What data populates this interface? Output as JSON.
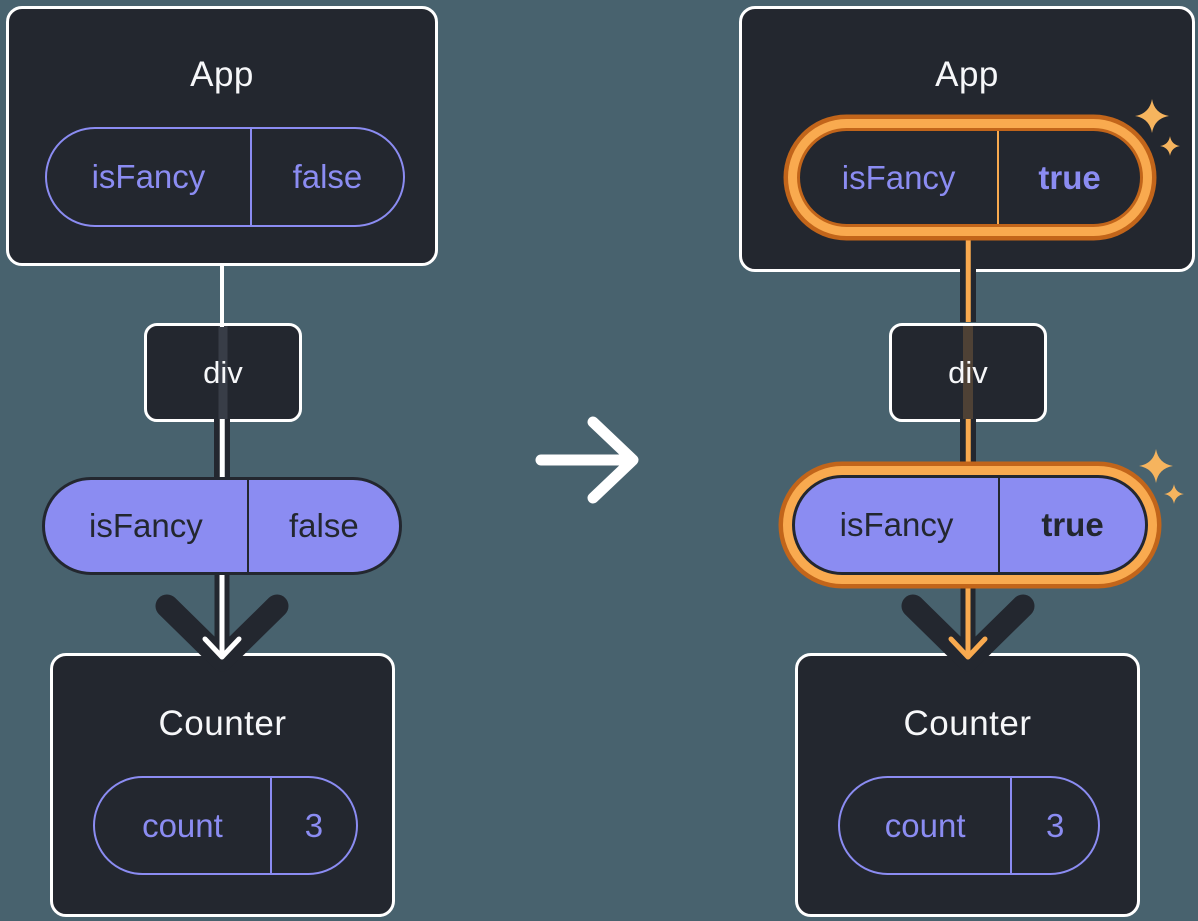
{
  "diagram": {
    "before": {
      "app_card": {
        "title": "App",
        "prop_name": "isFancy",
        "prop_value": "false"
      },
      "div_node": {
        "label": "div"
      },
      "passed_prop": {
        "name": "isFancy",
        "value": "false"
      },
      "counter_card": {
        "title": "Counter",
        "state_name": "count",
        "state_value": "3"
      }
    },
    "after": {
      "app_card": {
        "title": "App",
        "prop_name": "isFancy",
        "prop_value": "true"
      },
      "div_node": {
        "label": "div"
      },
      "passed_prop": {
        "name": "isFancy",
        "value": "true"
      },
      "counter_card": {
        "title": "Counter",
        "state_name": "count",
        "state_value": "3"
      }
    },
    "icons": {
      "transition": "right-arrow-icon",
      "highlight": "sparkles-icon",
      "flow": "down-arrow-icon"
    },
    "colors": {
      "background": "#48626e",
      "card_fill": "#23272f",
      "card_border": "#ffffff",
      "purple": "#8b8cf2",
      "dark_ink": "#23272f",
      "title_text": "#f6f7f9",
      "highlight_orange_light": "#f9aa4f",
      "highlight_orange_dark": "#c2651a",
      "sparkle": "#f6b45e",
      "arrow_white": "#ffffff"
    }
  }
}
